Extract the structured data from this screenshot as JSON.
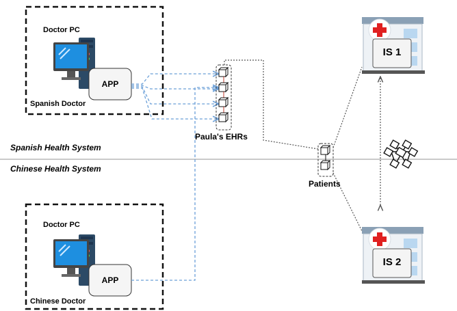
{
  "top_section": {
    "label": "Spanish Health System",
    "doctor_pc_label": "Doctor PC",
    "app_label": "APP",
    "doctor_label": "Spanish Doctor"
  },
  "bottom_section": {
    "label": "Chinese Health System",
    "doctor_pc_label": "Doctor PC",
    "app_label": "APP",
    "doctor_label": "Chinese Doctor"
  },
  "ehr_chain": {
    "label": "Paula's EHRs",
    "block_count": 4
  },
  "patients_chain": {
    "label": "Patients",
    "block_count": 2
  },
  "institutions": [
    {
      "label": "IS 1"
    },
    {
      "label": "IS 2"
    }
  ],
  "colors": {
    "accent_cross": "#e02020",
    "connector_blue": "#6a9fd8",
    "monitor_blue": "#1e8fe0",
    "box_border": "#111111"
  },
  "icons": [
    "computer-icon",
    "block-icon",
    "hospital-icon",
    "network-icon"
  ]
}
